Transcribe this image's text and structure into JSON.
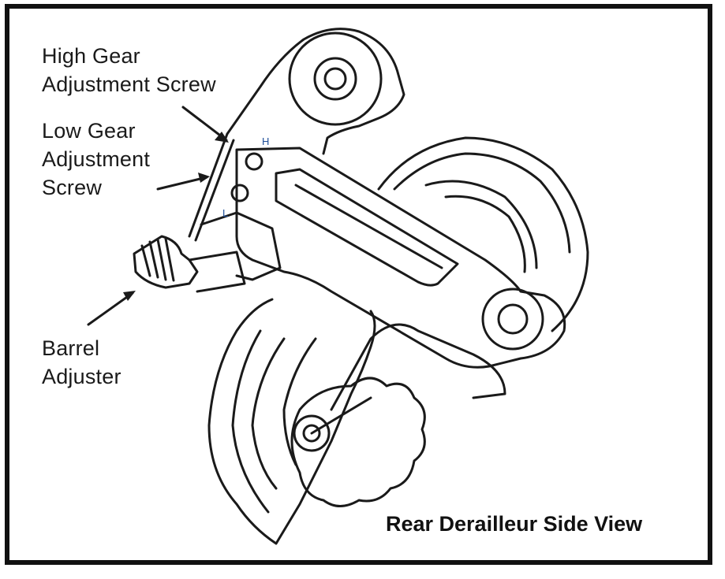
{
  "labels": {
    "high_gear": [
      "High Gear",
      "Adjustment Screw"
    ],
    "low_gear": [
      "Low Gear",
      "Adjustment",
      "Screw"
    ],
    "barrel": [
      "Barrel",
      "Adjuster"
    ],
    "caption": "Rear Derailleur Side View"
  },
  "screw_marks": {
    "high": "H",
    "low": "L"
  }
}
